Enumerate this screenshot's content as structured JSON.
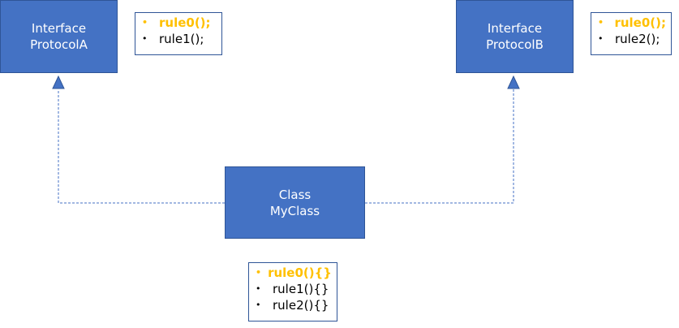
{
  "interface_a": {
    "line1": "Interface",
    "line2": "ProtocolA"
  },
  "interface_b": {
    "line1": "Interface",
    "line2": "ProtocolB"
  },
  "class_c": {
    "line1": "Class",
    "line2": "MyClass"
  },
  "note_a": {
    "items": [
      {
        "text": "rule0();"
      },
      {
        "text": "rule1();"
      }
    ]
  },
  "note_b": {
    "items": [
      {
        "text": "rule0();"
      },
      {
        "text": "rule2();"
      }
    ]
  },
  "note_c": {
    "items": [
      {
        "text": "rule0(){}"
      },
      {
        "text": "rule1(){}"
      },
      {
        "text": "rule2(){}"
      }
    ]
  },
  "bullet": "•",
  "colors": {
    "box_fill": "#4472c4",
    "box_border": "#2f5597",
    "highlight": "#ffc000",
    "connector": "#4472c4"
  }
}
